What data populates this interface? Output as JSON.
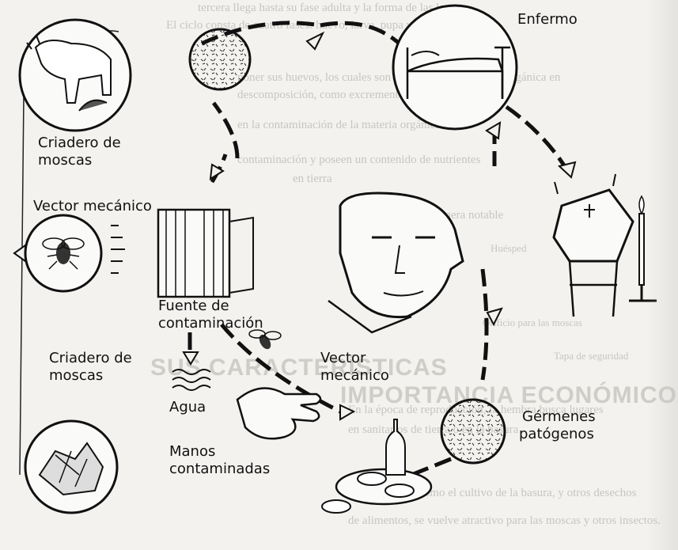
{
  "labels": {
    "enfermo": "Enfermo",
    "criadero_top_1": "Criadero de",
    "criadero_top_2": "moscas",
    "vector_left": "Vector mecánico",
    "fuente_1": "Fuente de",
    "fuente_2": "contaminación",
    "criadero_bottom_1": "Criadero de",
    "criadero_bottom_2": "moscas",
    "vector_mid_1": "Vector",
    "vector_mid_2": "mecánico",
    "agua": "Agua",
    "manos_1": "Manos",
    "manos_2": "contaminadas",
    "germenes_1": "Gérmenes",
    "germenes_2": "patógenos"
  },
  "background": {
    "heading": "SUS CARACTERÍSTICAS",
    "heading_2": "IMPORTANCIA ECONÓMICO",
    "lines": [
      "tercera llega hasta su fase adulta y la forma de las larvas",
      "El ciclo consta de cuatro fases: huevo, larva, pupa y adulto.",
      "poner sus huevos, los cuales son depositados en materia orgánica en",
      "descomposición, como excrementos, basura y alimentos",
      "en la contaminación de la materia orgánica",
      "contaminación y poseen un contenido de nutrientes",
      "en tierra",
      "reducir de manera notable",
      "Huésped",
      "Orificio para las moscas",
      "Tapa de seguridad",
      "En la época de reproducción, la hembra busca lugares",
      "en sanitarios de tierra o en la basura",
      "Por otra parte, como el cultivo de la basura, y otros desechos",
      "de alimentos, se vuelve atractivo para las moscas y otros insectos."
    ]
  },
  "icons": [
    "housefly-icon",
    "cow-icon",
    "bed-icon",
    "coffin-icon",
    "candle-icon",
    "face-icon",
    "hand-icon",
    "food-plate-icon",
    "bottle-icon",
    "latrine-icon",
    "garbage-icon",
    "water-icon"
  ],
  "colors": {
    "ink": "#111111",
    "paper": "#f3f2ef",
    "faded_text": "#b9b7b2"
  }
}
